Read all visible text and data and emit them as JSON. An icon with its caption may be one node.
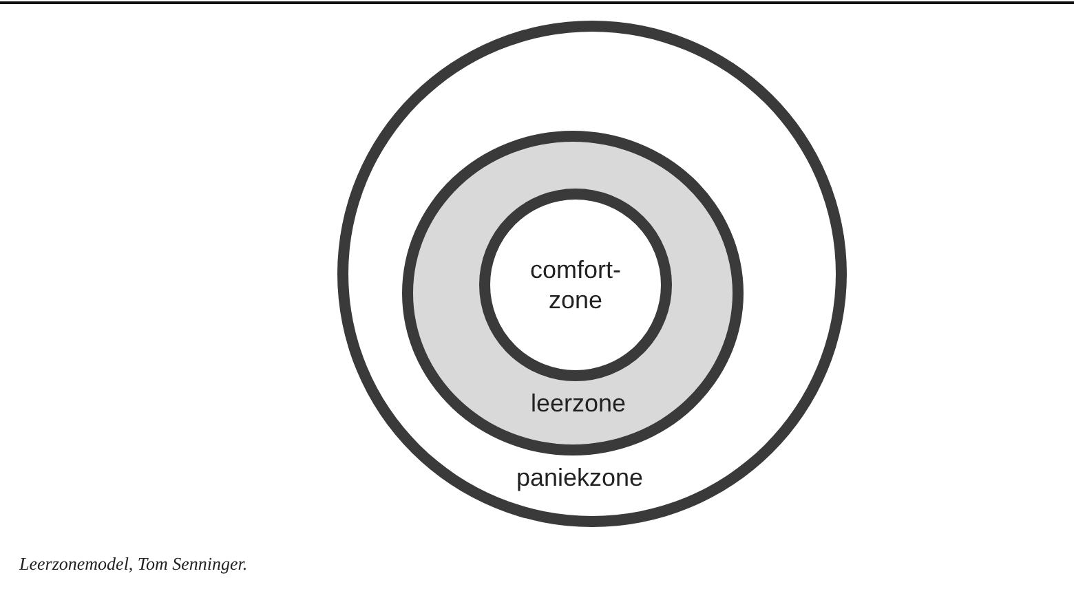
{
  "diagram": {
    "caption": "Leerzonemodel, Tom Senninger.",
    "nodes": [
      {
        "text": [
          "paniekzone"
        ]
      },
      {
        "text": [
          "leerzone"
        ],
        "in": 0
      },
      {
        "text": [
          "comfort- zone"
        ],
        "in": 1
      }
    ]
  }
}
